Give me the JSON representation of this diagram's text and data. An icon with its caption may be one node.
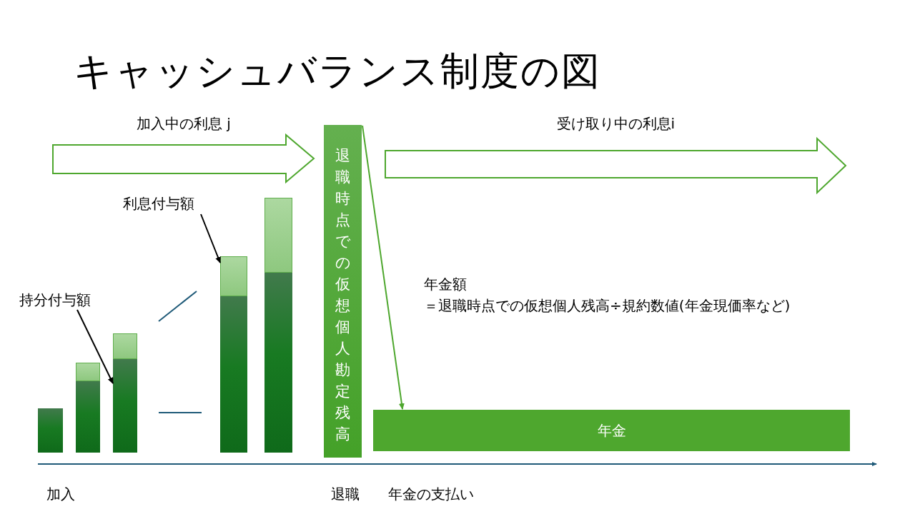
{
  "diagram": {
    "title": "キャッシュバランス制度の図",
    "nodes": [
      {
        "text": [
          "持分付与額"
        ]
      },
      {
        "text": [
          "利息付与額"
        ]
      },
      {
        "text": [],
        "shape": "bar"
      },
      {
        "text": [],
        "shape": "bar"
      },
      {
        "text": [],
        "shape": "bar"
      },
      {
        "text": [],
        "shape": "bar"
      },
      {
        "text": [],
        "shape": "bar"
      },
      {
        "text": [],
        "shape": "bar"
      },
      {
        "text": [],
        "shape": "bar"
      },
      {
        "text": [],
        "shape": "bar"
      },
      {
        "text": [],
        "shape": "bar"
      },
      {
        "text": [
          "加入中の利息 j"
        ]
      },
      {
        "text": [
          "退職時点での仮想個人勘定残高"
        ]
      },
      {
        "text": [
          "受け取り中の利息i"
        ]
      },
      {
        "text": [
          "年金"
        ]
      }
    ],
    "edges": [
      {
        "from": 0,
        "to": 5,
        "arrow": "to",
        "color": "#000000"
      },
      {
        "from": 1,
        "to": 8,
        "arrow": "to",
        "color": "#000000"
      },
      {
        "from": 12,
        "to": 14,
        "arrow": "to",
        "color": "#4ea72e"
      }
    ],
    "labels": [
      "年金額",
      "＝退職時点での仮想個人残高÷規約数値(年金現価率など)",
      "加入",
      "退職",
      "年金の支払い"
    ]
  }
}
